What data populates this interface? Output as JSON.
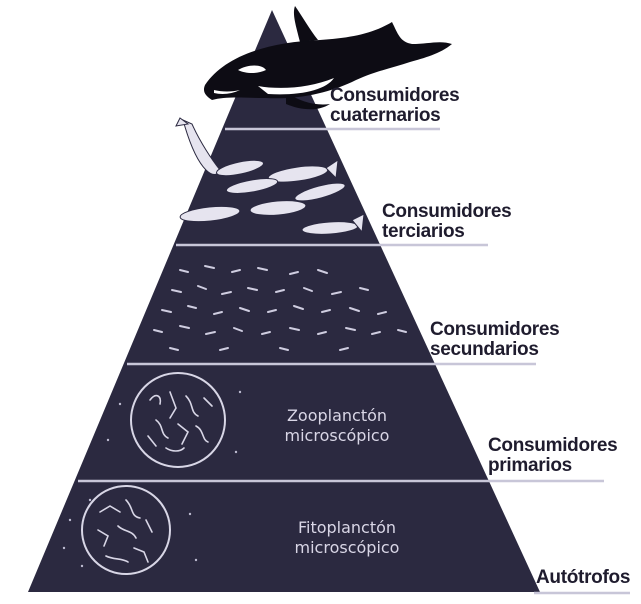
{
  "levels": [
    {
      "line1": "Consumidores",
      "line2": "cuaternarios",
      "organism": "orca-illustration"
    },
    {
      "line1": "Consumidores",
      "line2": "terciarios",
      "organism": "fish-illustration"
    },
    {
      "line1": "Consumidores",
      "line2": "secundarios",
      "organism": "small-fish-school-illustration"
    },
    {
      "line1": "Consumidores",
      "line2": "primarios",
      "organism": "zooplankton-circle-illustration",
      "inner_line1": "Zooplanctón",
      "inner_line2": "microscópico"
    },
    {
      "line1": "Autótrofos",
      "organism": "phytoplankton-circle-illustration",
      "inner_line1": "Fitoplanctón",
      "inner_line2": "microscópico"
    }
  ],
  "colors": {
    "pyramid": "#2b2940",
    "divider": "#c8c6d8",
    "label": "#1f1c2e",
    "inner_text": "#d9d6e6",
    "orca": "#0d0c14",
    "orca_patch": "#ffffff"
  }
}
